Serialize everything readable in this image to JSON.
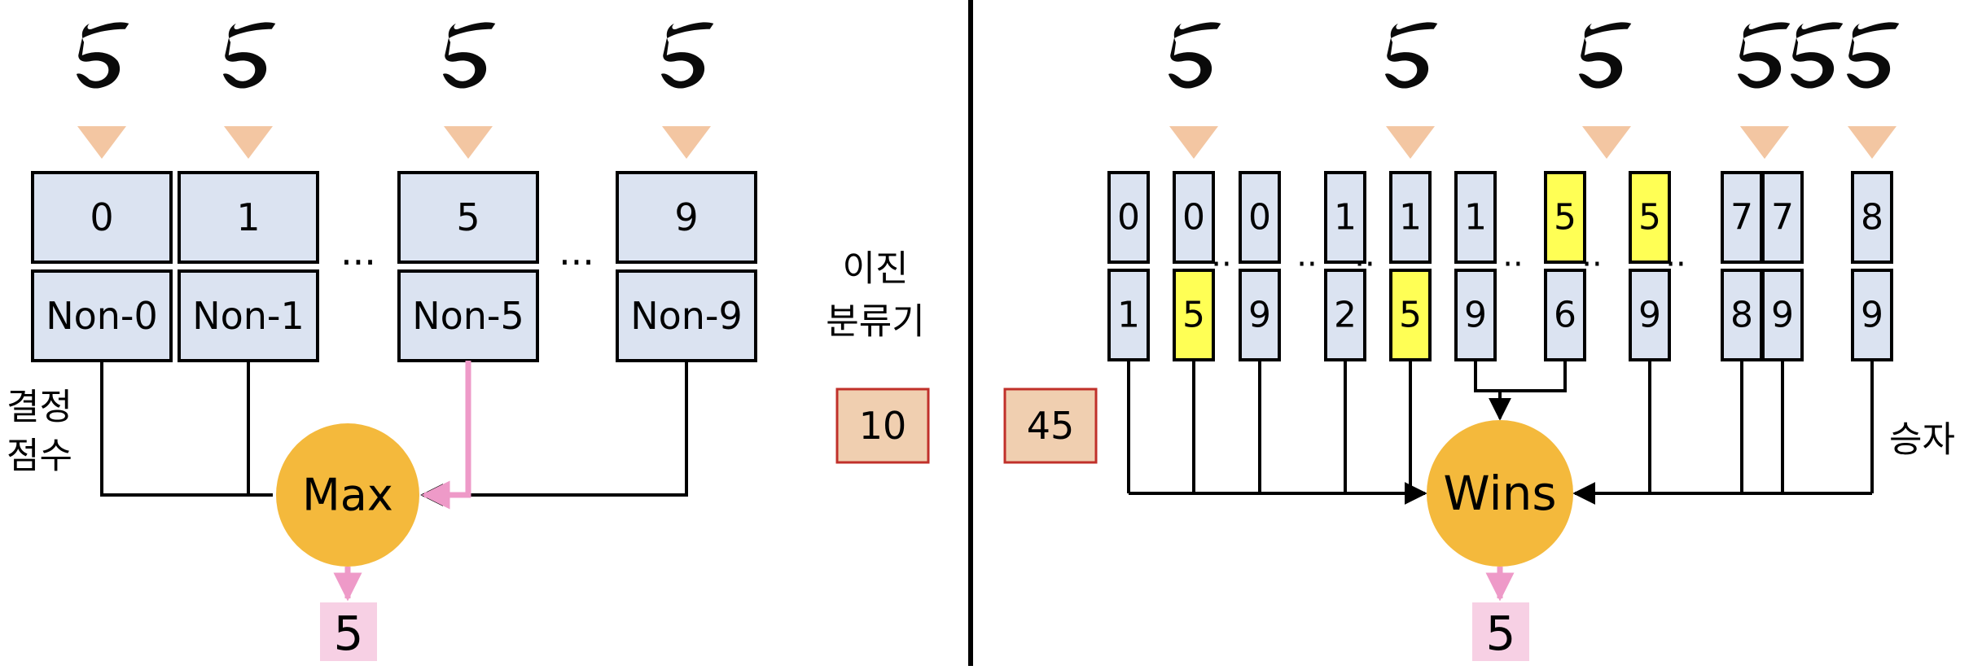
{
  "colors": {
    "box_fill": "#dbe3f1",
    "highlight_fill": "#ffff55",
    "count_fill": "#f0cfb0",
    "count_border": "#c0302a",
    "circle_fill": "#f4b93c",
    "pink": "#ee9ac8",
    "result_fill": "#f7d0e4",
    "triangle_fill": "#f3c6a2",
    "digit_icon": "handwritten-digit-5-icon"
  },
  "left_panel": {
    "classifiers": [
      {
        "class_label": "0",
        "rest_label": "Non-0"
      },
      {
        "class_label": "1",
        "rest_label": "Non-1"
      },
      {
        "class_label": "5",
        "rest_label": "Non-5",
        "winner": true
      },
      {
        "class_label": "9",
        "rest_label": "Non-9"
      }
    ],
    "ellipsis": "···",
    "side_label_line1": "결정",
    "side_label_line2": "점수",
    "binary_label_line1": "이진",
    "binary_label_line2": "분류기",
    "count": "10",
    "aggregator": "Max",
    "result": "5"
  },
  "right_panel": {
    "pairs": [
      {
        "top": "0",
        "bottom": "1",
        "highlight": "none",
        "input": false
      },
      {
        "top": "0",
        "bottom": "5",
        "highlight": "bottom",
        "input": true
      },
      {
        "top": "0",
        "bottom": "9",
        "highlight": "none",
        "input": false
      },
      {
        "top": "1",
        "bottom": "2",
        "highlight": "none",
        "input": false
      },
      {
        "top": "1",
        "bottom": "5",
        "highlight": "bottom",
        "input": true
      },
      {
        "top": "1",
        "bottom": "9",
        "highlight": "none",
        "input": false
      },
      {
        "top": "5",
        "bottom": "6",
        "highlight": "top",
        "input": true
      },
      {
        "top": "5",
        "bottom": "9",
        "highlight": "top",
        "input": true
      },
      {
        "top": "7",
        "bottom": "8",
        "highlight": "none",
        "input": true
      },
      {
        "top": "7",
        "bottom": "9",
        "highlight": "none",
        "input": false
      },
      {
        "top": "8",
        "bottom": "9",
        "highlight": "none",
        "input": true
      }
    ],
    "ellipsis": "··",
    "count": "45",
    "winner_label": "승자",
    "aggregator": "Wins",
    "result": "5"
  }
}
